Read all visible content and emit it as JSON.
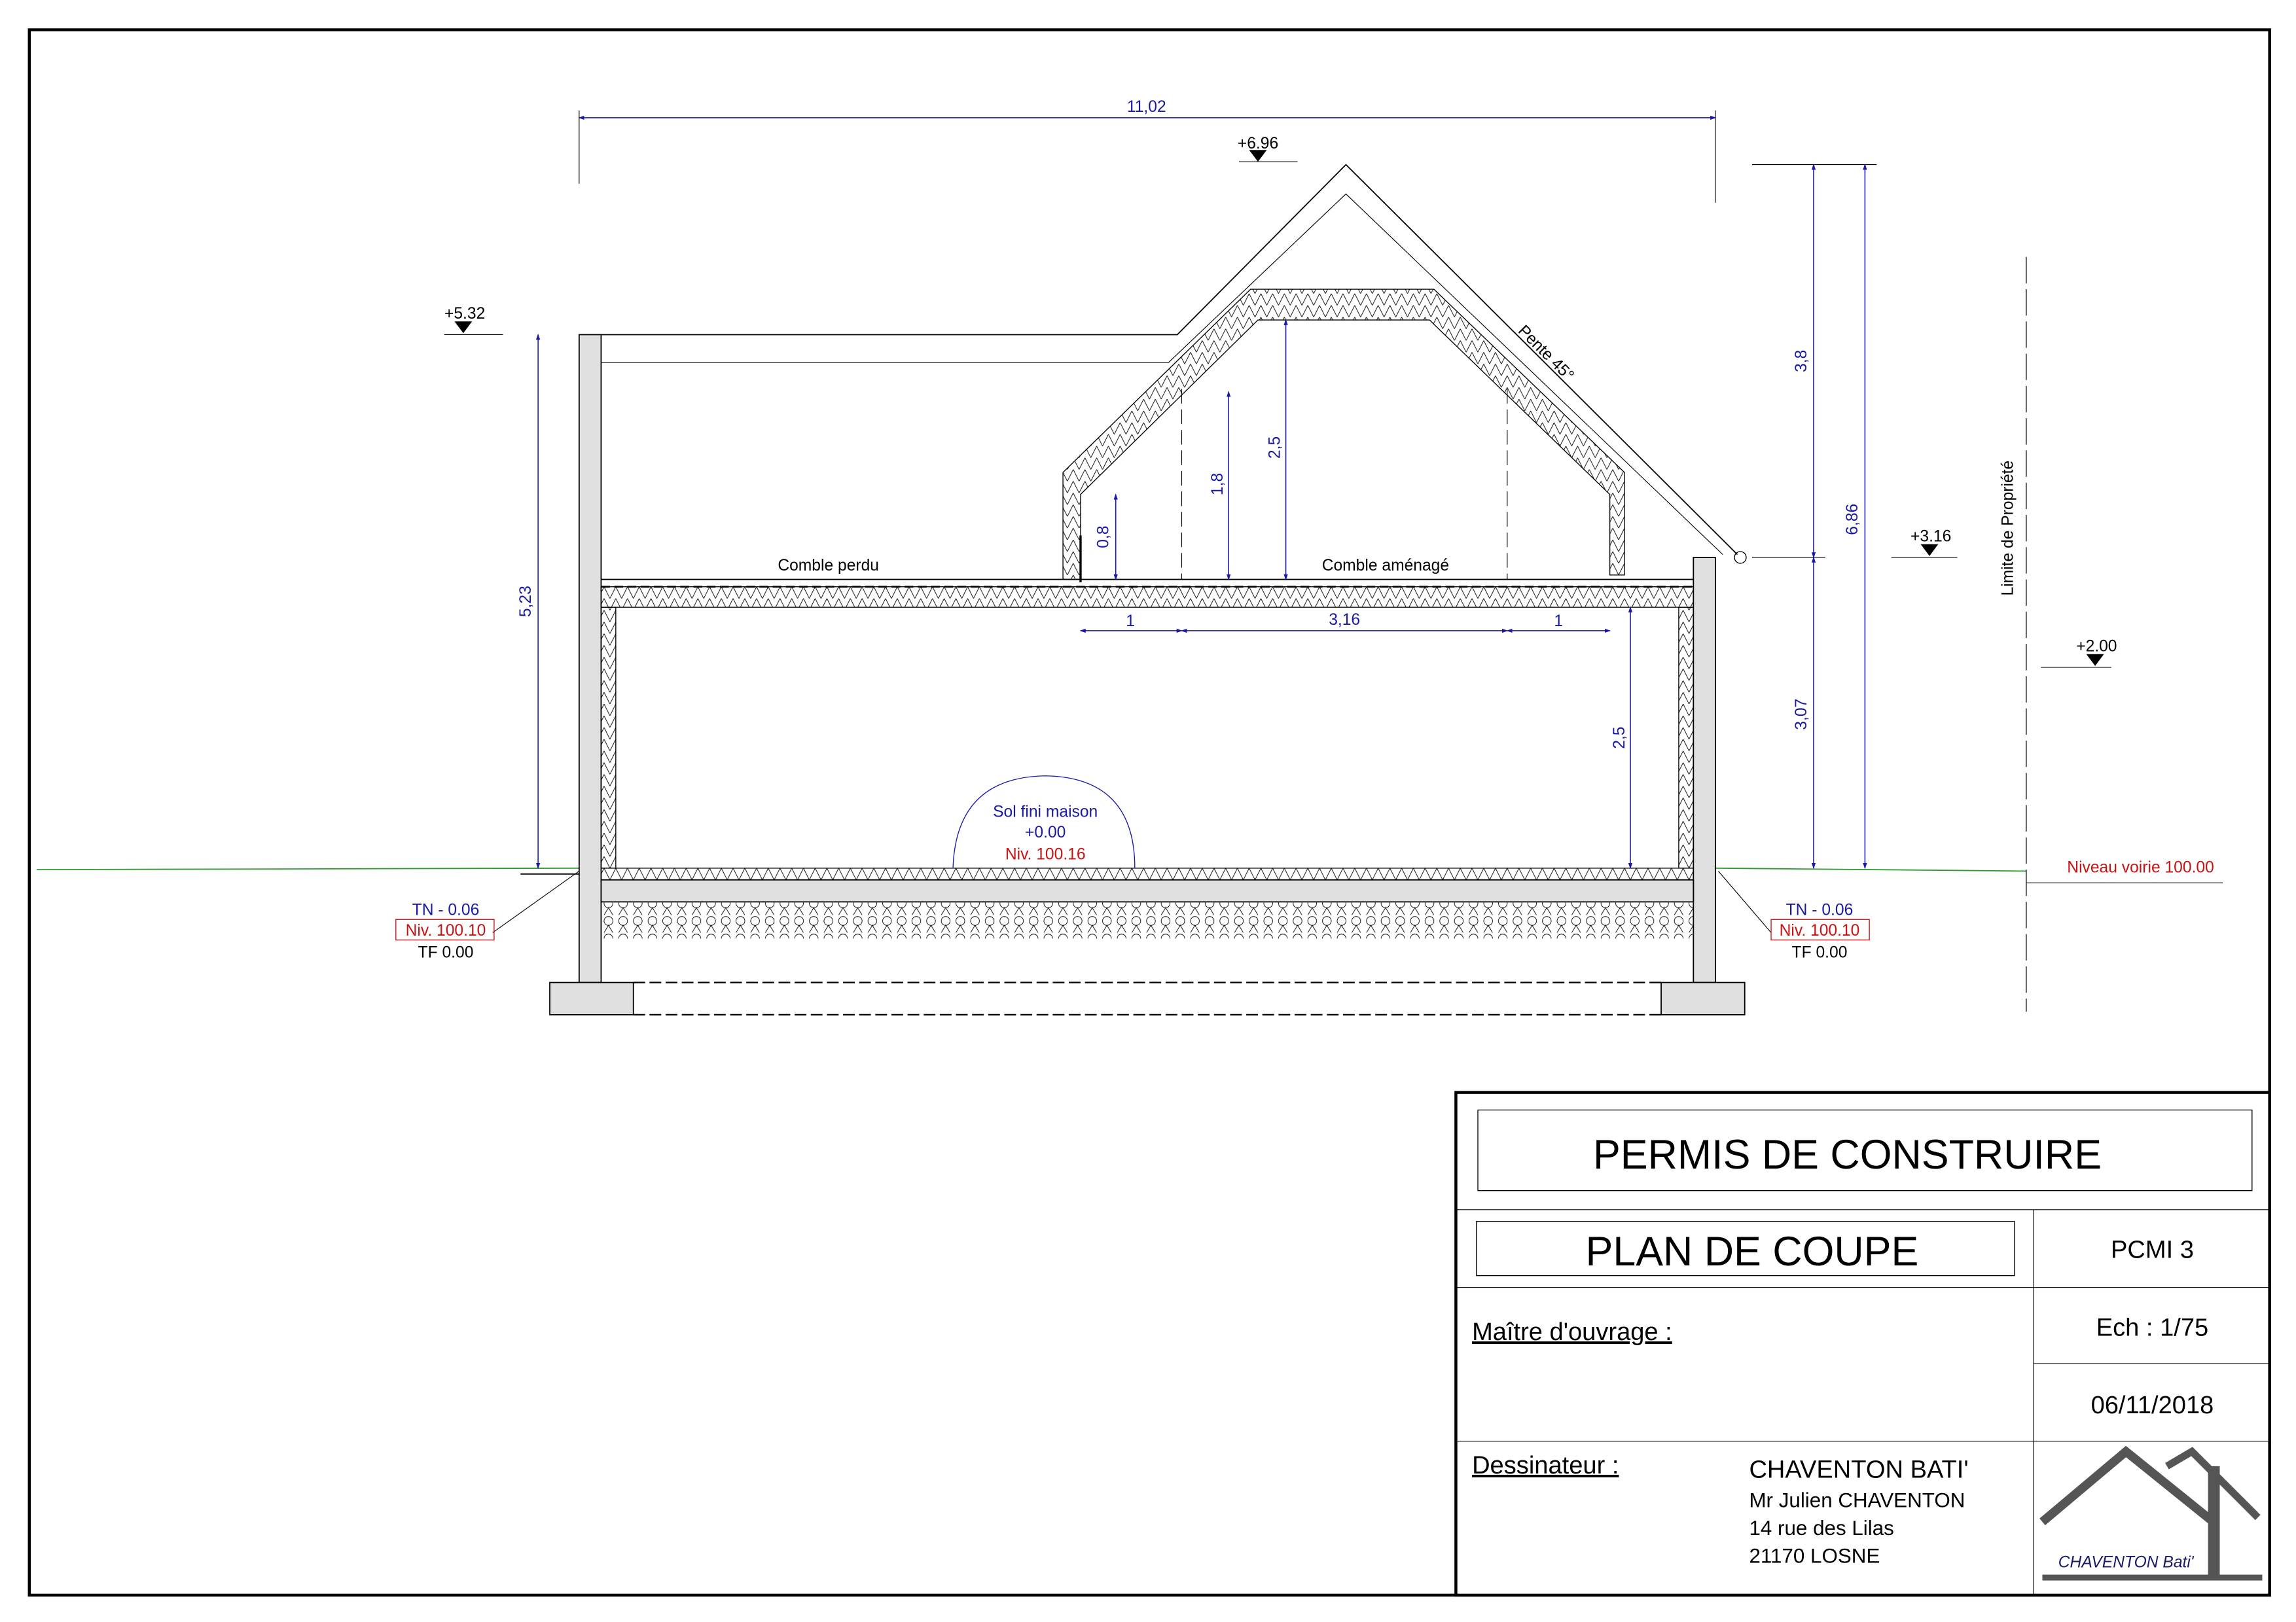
{
  "drawing": {
    "dimensions": {
      "overall_width": "11,02",
      "wall_height_left": "5,23",
      "knee_wall": "0,8",
      "height_1_8": "1,8",
      "attic_height": "2,5",
      "ground_floor_height": "2,5",
      "span_left": "1",
      "span_center": "3,16",
      "span_right": "1",
      "roof_height": "3,8",
      "eave_height": "3,07",
      "total_height": "6,86"
    },
    "levels": {
      "ridge": "+6.96",
      "parapet": "+5.32",
      "eave": "+3.16",
      "property": "+2.00"
    },
    "labels": {
      "comble_perdu": "Comble perdu",
      "comble_amenage": "Comble aménagé",
      "roof_slope": "Pente 45°",
      "property_limit": "Limite de Propriété",
      "road_level": "Niveau voirie 100.00"
    },
    "floor_marker": {
      "line1": "Sol fini maison",
      "line2": "+0.00",
      "line3": "Niv. 100.16"
    },
    "ground_left": {
      "tn": "TN - 0.06",
      "niv": "Niv. 100.10",
      "tf": "TF 0.00"
    },
    "ground_right": {
      "tn": "TN - 0.06",
      "niv": "Niv. 100.10",
      "tf": "TF 0.00"
    }
  },
  "title_block": {
    "main_title": "PERMIS DE CONSTRUIRE",
    "subtitle": "PLAN DE COUPE",
    "sheet_ref": "PCMI 3",
    "owner_label": "Maître d'ouvrage :",
    "scale": "Ech : 1/75",
    "date": "06/11/2018",
    "designer_label": "Dessinateur :",
    "designer": {
      "company": "CHAVENTON BATI'",
      "name": "Mr Julien CHAVENTON",
      "address": "14 rue des Lilas",
      "city": "21170 LOSNE"
    },
    "logo_text": "CHAVENTON Bati'"
  },
  "colors": {
    "dimension": "#1a1aa6",
    "level_red": "#cc1111",
    "ground": "#2e9a2e",
    "concrete": "#e0e0e0"
  }
}
